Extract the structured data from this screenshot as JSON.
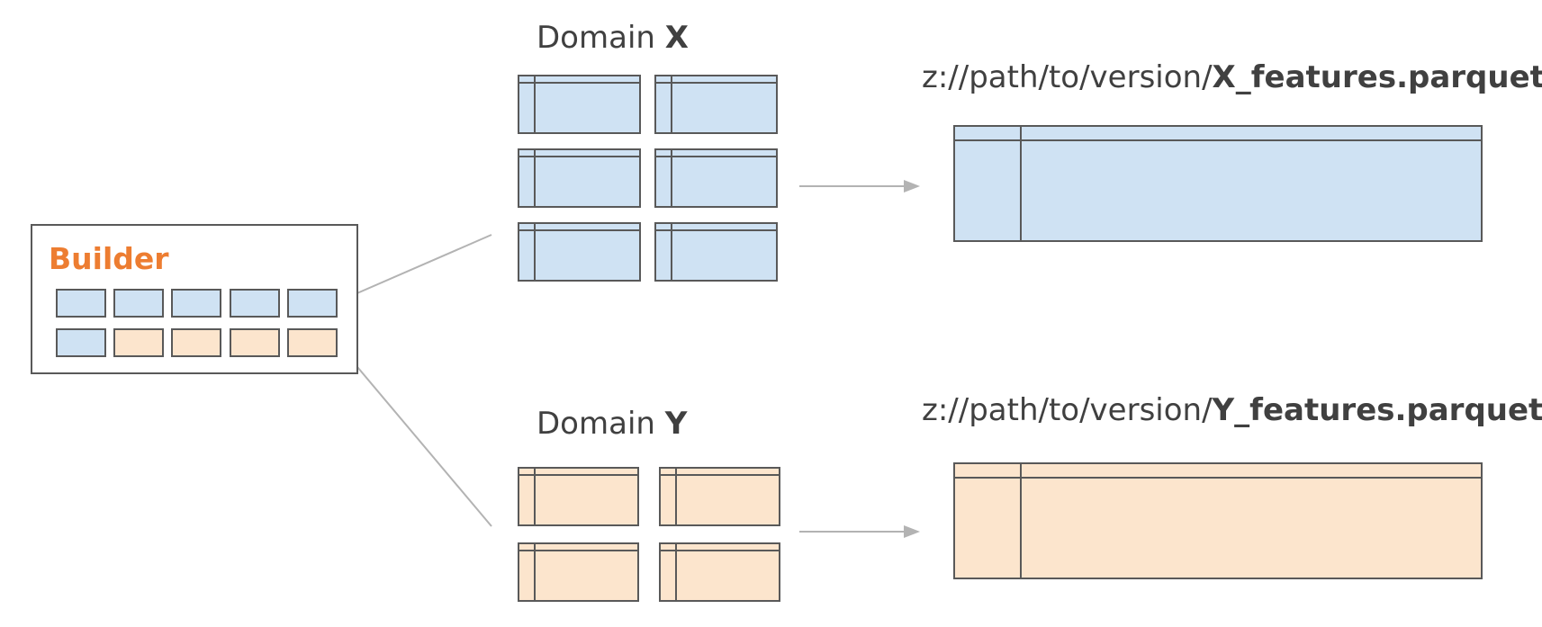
{
  "builder": {
    "title": "Builder",
    "row1": [
      "blue",
      "blue",
      "blue",
      "blue",
      "blue"
    ],
    "row2": [
      "blue",
      "peach",
      "peach",
      "peach",
      "peach"
    ]
  },
  "domain_x": {
    "prefix": "Domain",
    "name": "X",
    "path_prefix": "z://path/to/version/",
    "path_file": "X_features.parquet/"
  },
  "domain_y": {
    "prefix": "Domain",
    "name": "Y",
    "path_prefix": "z://path/to/version/",
    "path_file": "Y_features.parquet/"
  },
  "colors": {
    "blue": "#cfe2f3",
    "peach": "#fce5cd",
    "orange": "#ed7d31",
    "border": "#595959",
    "connector": "#b3b3b3"
  }
}
